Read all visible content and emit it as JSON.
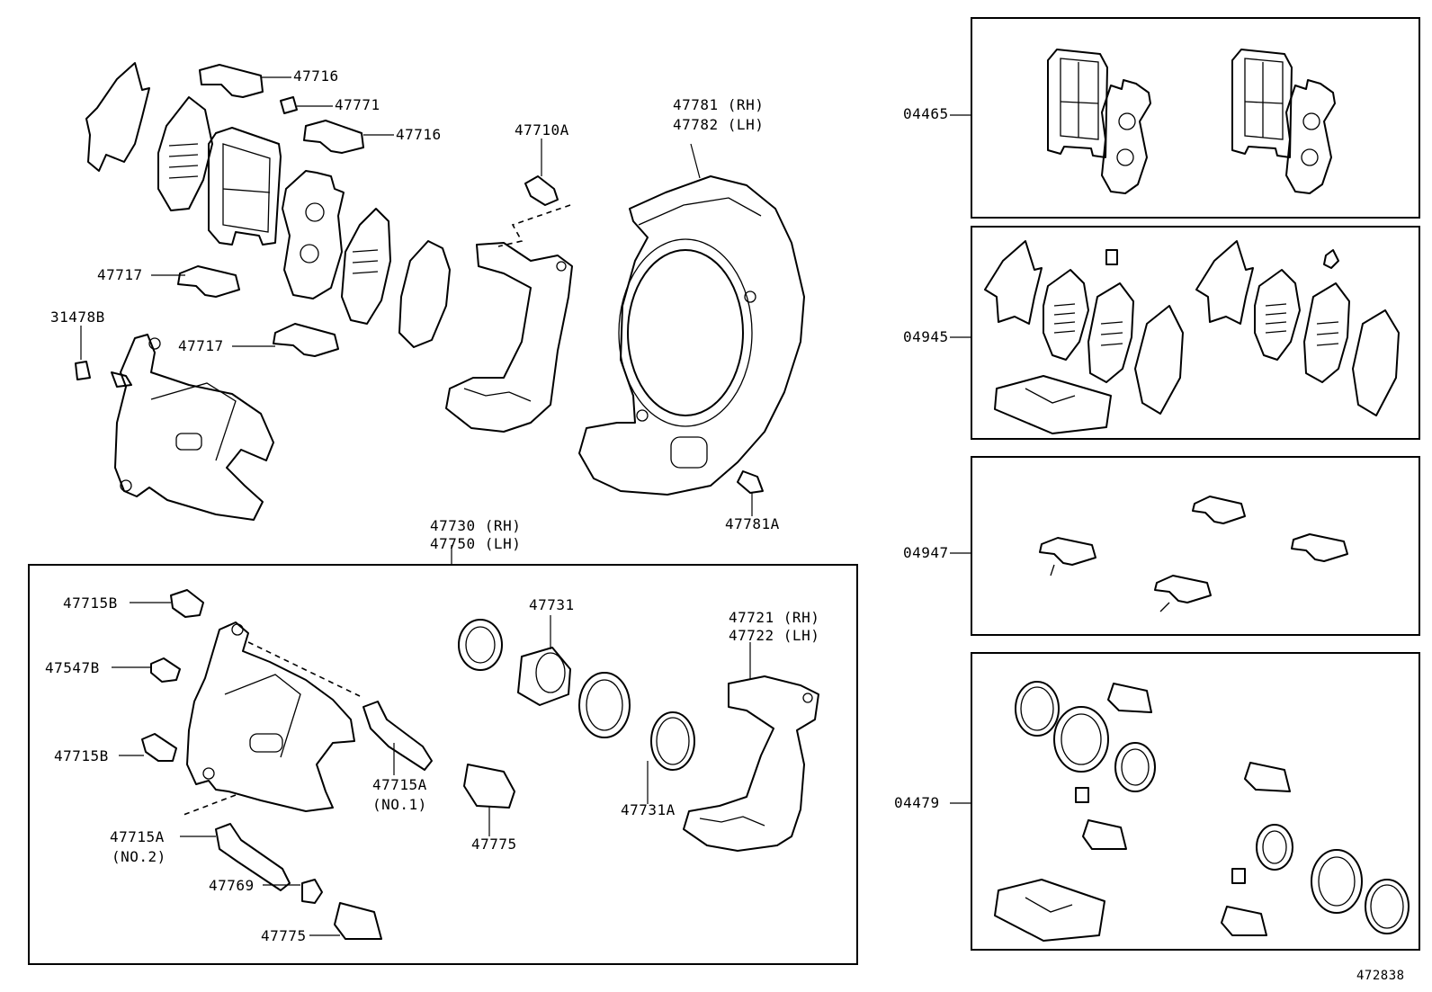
{
  "diagram": {
    "ref_number": "472838",
    "callouts": {
      "c47716a": "47716",
      "c47771": "47771",
      "c47716b": "47716",
      "c47717a": "47717",
      "c31478b": "31478B",
      "c47717b": "47717",
      "c47710a": "47710A",
      "c47781_rh": "47781 (RH)",
      "c47782_lh": "47782 (LH)",
      "c47781a": "47781A",
      "c47730_rh": "47730 (RH)",
      "c47750_lh": "47750 (LH)",
      "c47715b_top": "47715B",
      "c47547b": "47547B",
      "c47715b_mid": "47715B",
      "c47715a_no2": "47715A",
      "no2": "(NO.2)",
      "c47769": "47769",
      "c47775_low": "47775",
      "c47715a_no1": "47715A",
      "no1": "(NO.1)",
      "c47775_mid": "47775",
      "c47731": "47731",
      "c47731a": "47731A",
      "c47721_rh": "47721 (RH)",
      "c47722_lh": "47722 (LH)",
      "k04465": "04465",
      "k04945": "04945",
      "k04947": "04947",
      "k04479": "04479"
    }
  }
}
